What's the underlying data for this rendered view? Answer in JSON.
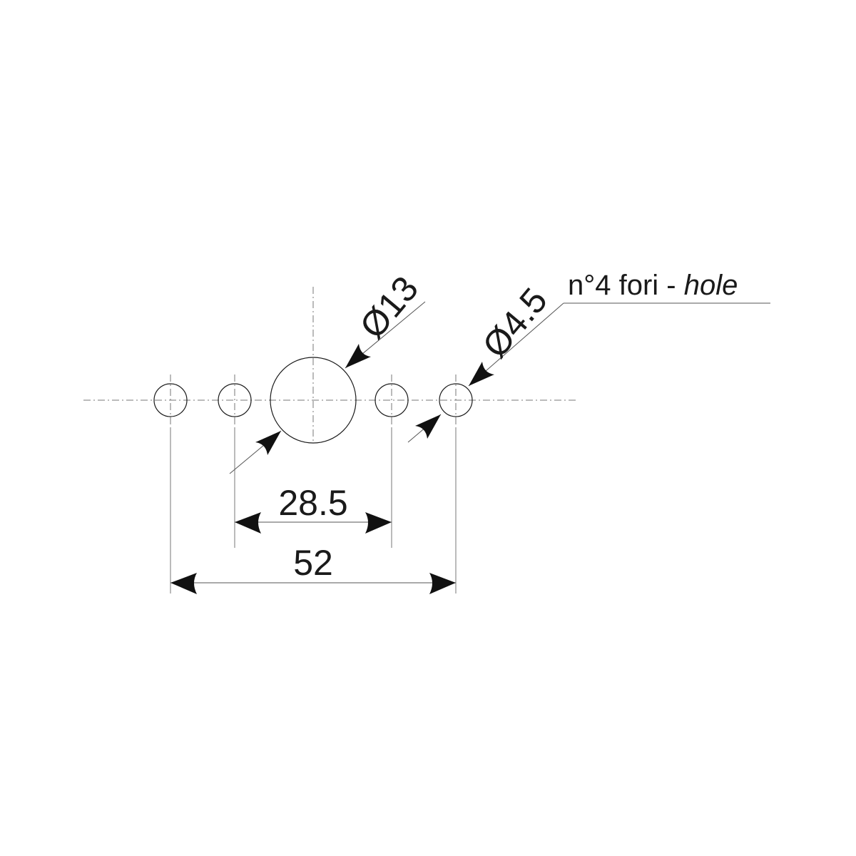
{
  "drawing": {
    "big_hole_diameter": "Ø13",
    "small_hole_diameter": "Ø4.5",
    "hole_note": "n°4 fori - ",
    "hole_note_italic": "hole",
    "inner_spacing": "28.5",
    "outer_spacing": "52"
  }
}
